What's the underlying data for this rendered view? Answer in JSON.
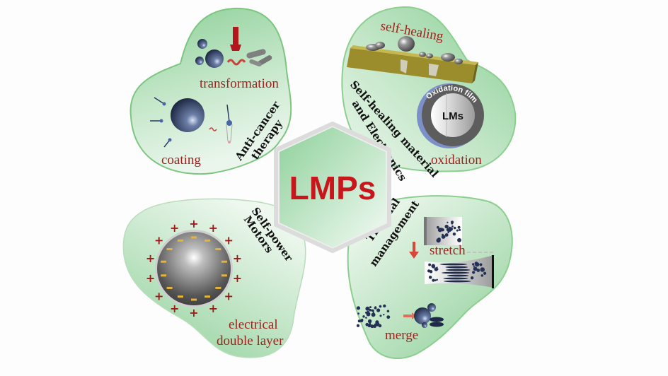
{
  "center": {
    "title": "LMPs"
  },
  "quadrants": [
    {
      "id": "top-left",
      "title_lines": [
        "Anti-cancer",
        "therapy"
      ],
      "labels": {
        "transformation": "transformation",
        "coating": "coating"
      }
    },
    {
      "id": "top-right",
      "title_lines": [
        "Self-healing material",
        "and Electronics"
      ],
      "labels": {
        "self_healing": "self-healing",
        "oxidation": "oxidation"
      },
      "particle": {
        "core": "LMs",
        "shell": "Oxidation film"
      }
    },
    {
      "id": "bottom-left",
      "title_lines": [
        "Self-power",
        "Motors"
      ],
      "labels": {
        "edl_line1": "electrical",
        "edl_line2": "double layer"
      },
      "charges": {
        "outer": "+",
        "inner": "−"
      }
    },
    {
      "id": "bottom-right",
      "title_lines": [
        "Thermal",
        "management"
      ],
      "labels": {
        "stretch": "stretch",
        "merge": "merge"
      }
    }
  ],
  "colors": {
    "leaf_fill_top": "#8fd19a",
    "leaf_fill_bottom": "#e6f4e8",
    "leaf_stroke": "#7cc67f",
    "hex_fill": "#9fd8a8",
    "label_red": "#a3201e",
    "title_red": "#c8161d"
  }
}
